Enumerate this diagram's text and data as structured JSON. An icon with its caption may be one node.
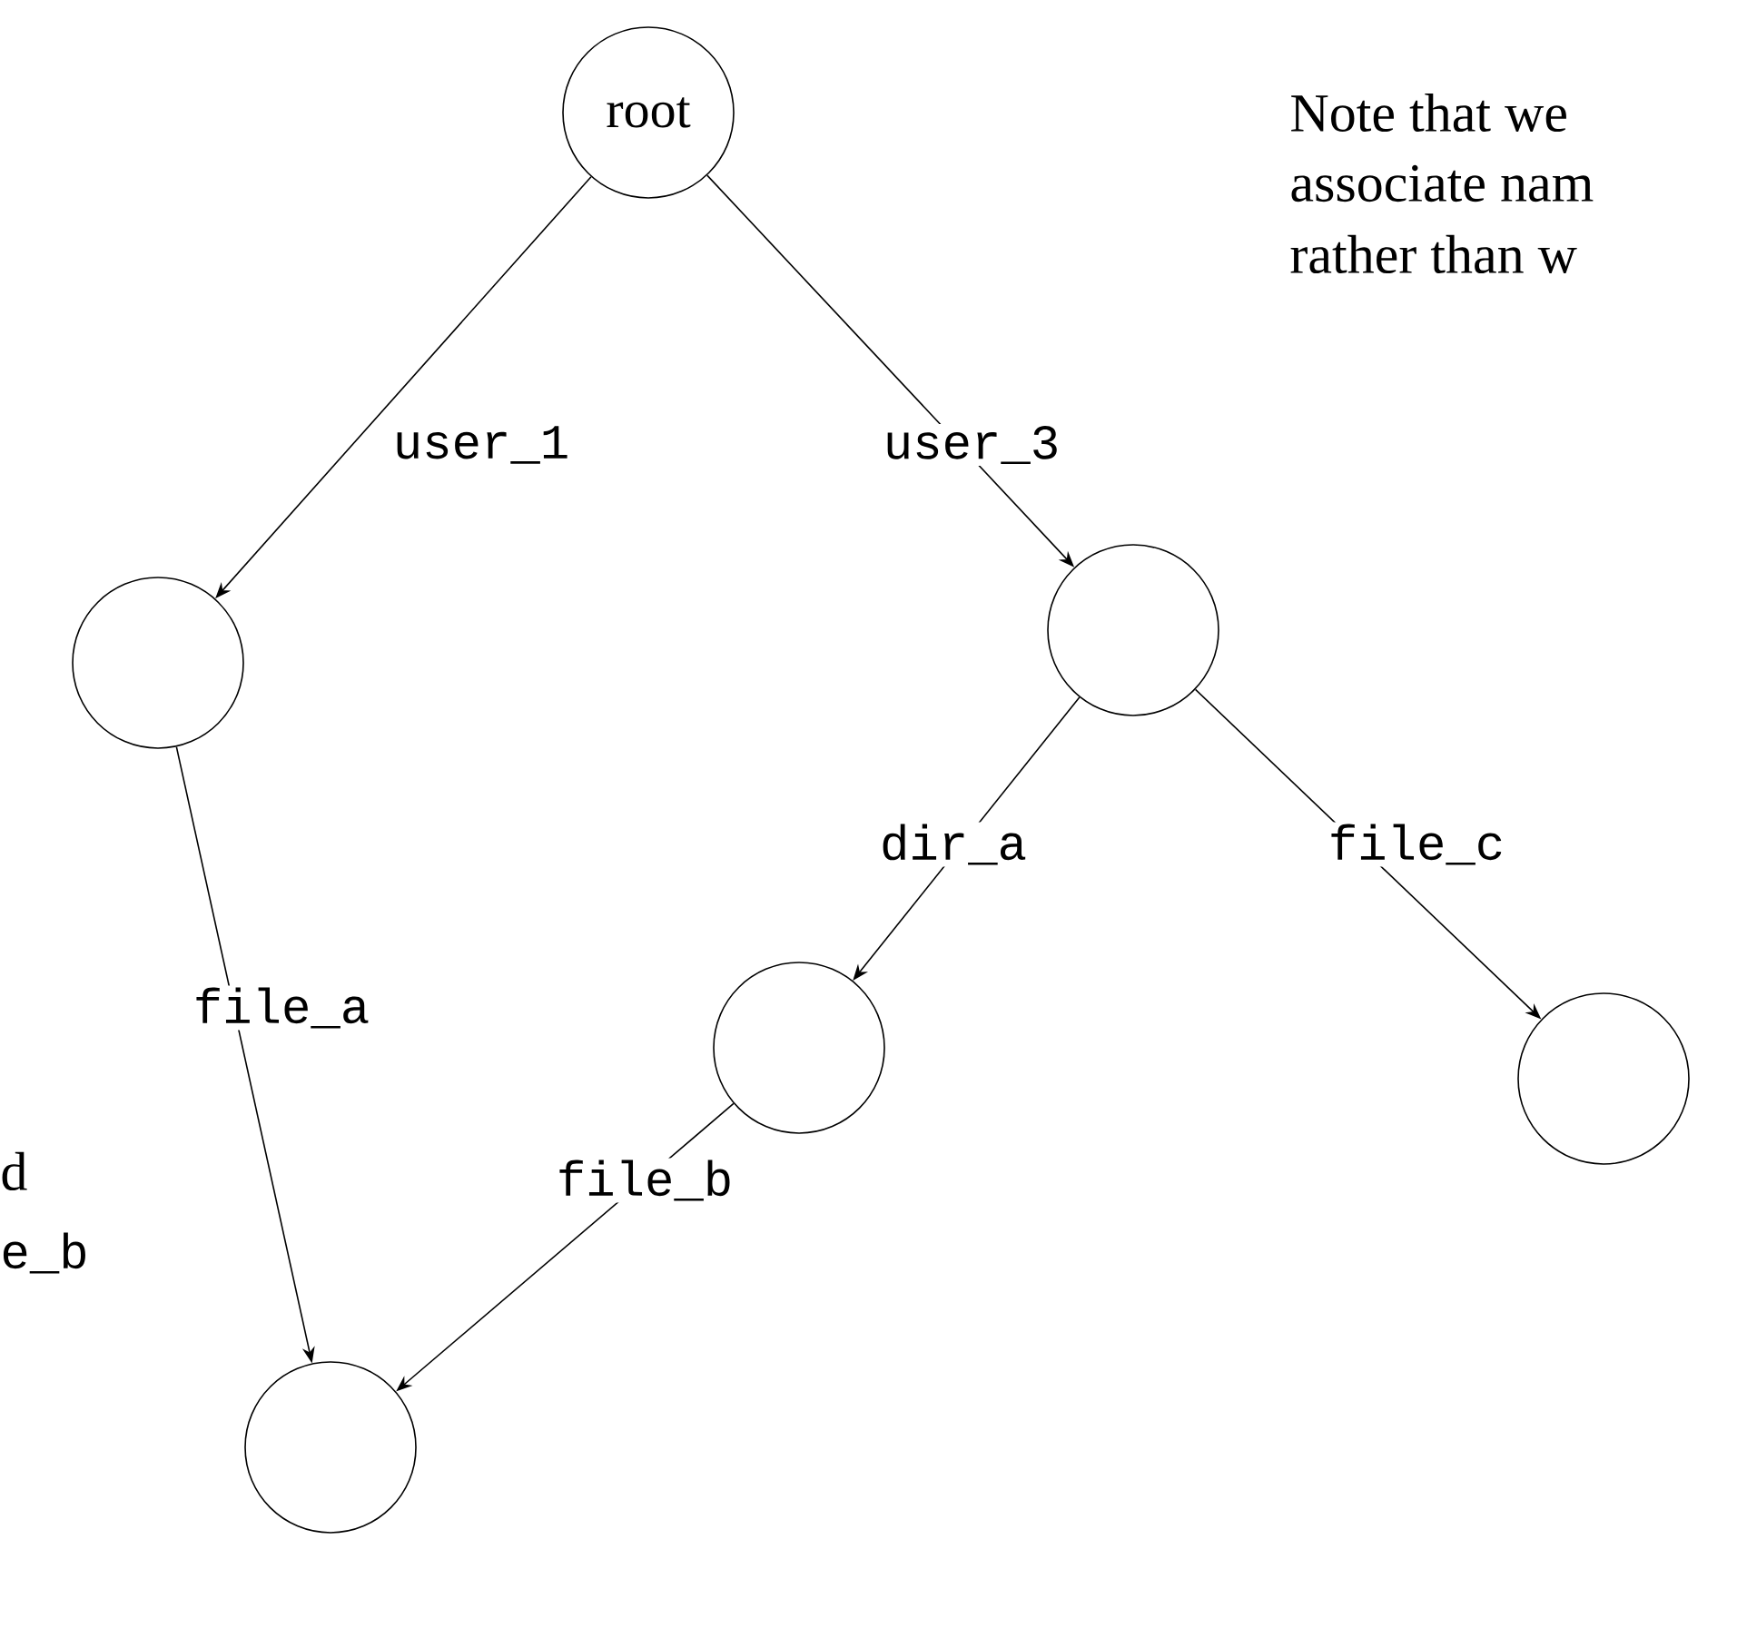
{
  "diagram": {
    "nodes": [
      {
        "text": [
          "root"
        ]
      },
      {
        "text": [],
        "shape": "circle"
      },
      {
        "text": [],
        "shape": "circle"
      },
      {
        "text": [],
        "shape": "circle"
      },
      {
        "text": [],
        "shape": "circle"
      },
      {
        "text": [],
        "shape": "circle"
      }
    ],
    "edges": [
      {
        "from": 0,
        "to": 1,
        "arrow": "to",
        "label": "user_1"
      },
      {
        "from": 0,
        "to": 2,
        "arrow": "to",
        "label": "user_3"
      },
      {
        "from": 2,
        "to": 3,
        "arrow": "to",
        "label": "dir_a"
      },
      {
        "from": 2,
        "to": 4,
        "arrow": "to",
        "label": "file_c"
      },
      {
        "from": 1,
        "to": 5,
        "arrow": "to",
        "label": "file_a"
      },
      {
        "from": 3,
        "to": 5,
        "arrow": "to",
        "label": "file_b"
      }
    ],
    "labels": [
      "Note that we",
      "associate nam",
      "rather than w",
      "d",
      "e_b"
    ]
  }
}
